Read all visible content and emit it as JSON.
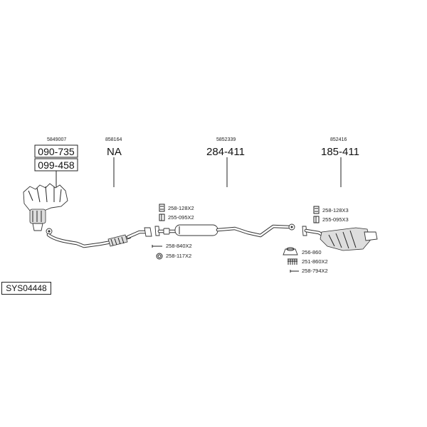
{
  "system_code": "SYS04448",
  "parts": [
    {
      "id": "manifold",
      "oe_number": "5849007",
      "part_numbers": [
        "090-735",
        "099-458"
      ]
    },
    {
      "id": "front-pipe",
      "oe_number": "858164",
      "part_number": "NA"
    },
    {
      "id": "middle-silencer",
      "oe_number": "5852339",
      "part_number": "284-411"
    },
    {
      "id": "rear-silencer",
      "oe_number": "852416",
      "part_number": "185-411"
    }
  ],
  "fittings_middle": [
    {
      "icon": "clamp-icon",
      "ref": "258-128X2"
    },
    {
      "icon": "clamp-bolt-icon",
      "ref": "255-095X2"
    },
    {
      "icon": "bolt-icon",
      "ref": "258-840X2"
    },
    {
      "icon": "ring-icon",
      "ref": "258-117X2"
    }
  ],
  "fittings_rear": [
    {
      "icon": "clamp-icon",
      "ref": "258-128X3"
    },
    {
      "icon": "clamp-bolt-icon",
      "ref": "255-095X3"
    },
    {
      "icon": "rubber-mount-icon",
      "ref": "256-860"
    },
    {
      "icon": "spring-icon",
      "ref": "251-860X2"
    },
    {
      "icon": "bolt-icon",
      "ref": "258-794X2"
    }
  ]
}
